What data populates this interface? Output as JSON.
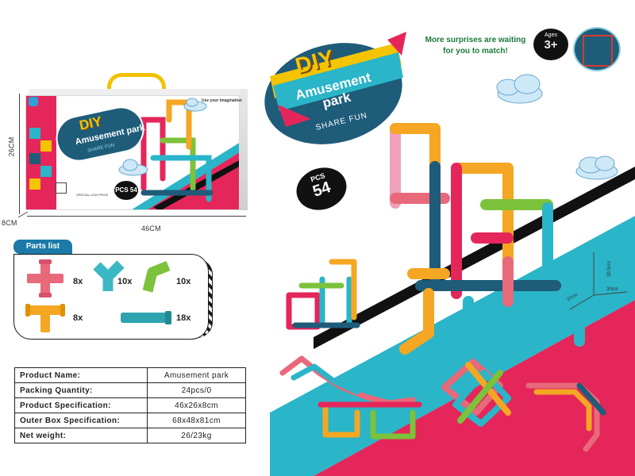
{
  "box": {
    "height_label": "26CM",
    "depth_label": "8CM",
    "width_label": "46CM",
    "badge_title": "DIY",
    "badge_sub": "Amusement park",
    "badge_share": "SHARE FUN",
    "pcs_label": "PCS 54",
    "caption": "Use your imagination",
    "caption2": "SPECIAL LOW PRICE"
  },
  "parts": {
    "title": "Parts list",
    "items": [
      {
        "icon": "cross-connector-icon",
        "qty": "8x",
        "color": "#e8697a"
      },
      {
        "icon": "elbow-blue-icon",
        "qty": "10x",
        "color": "#3cb8c4"
      },
      {
        "icon": "elbow-green-icon",
        "qty": "10x",
        "color": "#7cc23a"
      },
      {
        "icon": "tee-connector-icon",
        "qty": "8x",
        "color": "#f5a623"
      },
      {
        "icon": "straight-pipe-icon",
        "qty": "18x",
        "color": "#2fa3b0"
      }
    ]
  },
  "spec": [
    {
      "label": "Product Name:",
      "value": "Amusement park"
    },
    {
      "label": "Packing Quantity:",
      "value": "24pcs/0"
    },
    {
      "label": "Product Specification:",
      "value": "46x26x8cm"
    },
    {
      "label": "Outer Box Specification:",
      "value": "68x48x81cm"
    },
    {
      "label": "Net weight:",
      "value": "26/23kg"
    }
  ],
  "header": {
    "surprise_text": "More surprises are waiting for you to match!",
    "ages_label": "Ages",
    "ages_value": "3+",
    "logo_title": "DIY",
    "logo_sub": "Amusement park",
    "logo_share": "SHARE FUN",
    "pcs_label": "PCS",
    "pcs_value": "54"
  },
  "measurements": {
    "height": "39.5cm",
    "width": "30cm",
    "depth": "37cm"
  },
  "colors": {
    "teal": "#2ab5c8",
    "red": "#e4265a",
    "navy": "#1e5c7a",
    "yellow": "#f5c400"
  }
}
